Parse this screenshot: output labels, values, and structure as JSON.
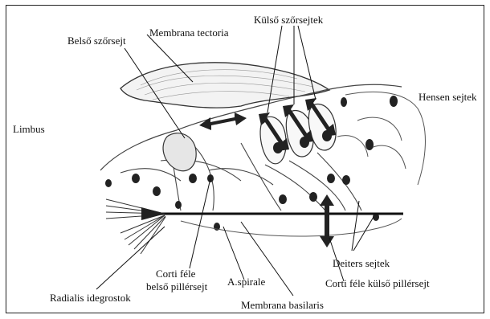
{
  "labels": {
    "kulso_szorsejtek": "Külső szőrsejtek",
    "belso_szorsejt": "Belső szőrsejt",
    "membrana_tectoria": "Membrana tectoria",
    "hensen_sejtek": "Hensen sejtek",
    "limbus": "Limbus",
    "deiters_sejtek": "Deiters sejtek",
    "corti_belso_line1": "Corti féle",
    "corti_belso_line2": "belső pillérsejt",
    "a_spirale": "A.spirale",
    "corti_kulso": "Corti féle külső pillérsejt",
    "radialis_idegrostok": "Radialis idegrostok",
    "membrana_basilaris": "Membrana basilaris"
  },
  "colors": {
    "ink": "#111111",
    "arrow": "#222222",
    "background": "#ffffff"
  }
}
